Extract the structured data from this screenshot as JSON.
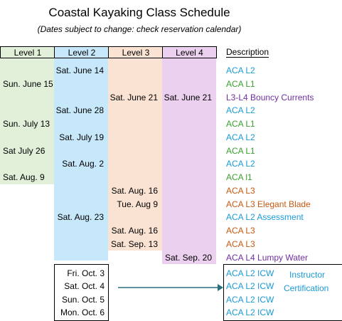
{
  "title": "Coastal Kayaking Class Schedule",
  "subtitle": "(Dates subject to change: check reservation calendar)",
  "headers": {
    "level1": "Level 1",
    "level2": "Level 2",
    "level3": "Level 3",
    "level4": "Level 4",
    "description": "Description"
  },
  "colors": {
    "level1_bg": "#e2efd9",
    "level2_bg": "#c7e8fa",
    "level3_bg": "#fbe3d4",
    "level4_bg": "#ecd0ef",
    "blue": "#1a9ad6",
    "green": "#3aa030",
    "orange": "#c55a11",
    "purple": "#7030a0"
  },
  "rows": [
    {
      "level1": "",
      "level2": "Sat. June 14",
      "level3": "",
      "level4": "",
      "description": "ACA L2",
      "color": "blue"
    },
    {
      "level1": "Sun. June 15",
      "level2": "",
      "level3": "",
      "level4": "",
      "description": "ACA L1",
      "color": "green"
    },
    {
      "level1": "",
      "level2": "",
      "level3": "Sat. June 21",
      "level4": "Sat. June 21",
      "description": "L3-L4  Bouncy Currents",
      "color": "purple"
    },
    {
      "level1": "",
      "level2": "Sat. June 28",
      "level3": "",
      "level4": "",
      "description": "ACA L2",
      "color": "blue"
    },
    {
      "level1": "Sun. July 13",
      "level2": "",
      "level3": "",
      "level4": "",
      "description": "ACA L1",
      "color": "green"
    },
    {
      "level1": "",
      "level2": "Sat. July 19",
      "level3": "",
      "level4": "",
      "description": "ACA L2",
      "color": "blue"
    },
    {
      "level1": "Sat July 26",
      "level2": "",
      "level3": "",
      "level4": "",
      "description": "ACA L1",
      "color": "green"
    },
    {
      "level1": "",
      "level2": "Sat. Aug. 2",
      "level3": "",
      "level4": "",
      "description": "ACA L2",
      "color": "blue"
    },
    {
      "level1": "Sat. Aug. 9",
      "level2": "",
      "level3": "",
      "level4": "",
      "description": "ACA l1",
      "color": "green"
    },
    {
      "level1": "",
      "level2": "",
      "level3": "Sat. Aug. 16",
      "level4": "",
      "description": "ACA L3",
      "color": "orange"
    },
    {
      "level1": "",
      "level2": "",
      "level3": "Tue. Aug 9",
      "level4": "",
      "description": "ACA L3 Elegant Blade",
      "color": "orange"
    },
    {
      "level1": "",
      "level2": "Sat. Aug. 23",
      "level3": "",
      "level4": "",
      "description": "ACA  L2 Assessment",
      "color": "blue"
    },
    {
      "level1": "",
      "level2": "",
      "level3": "Sat. Aug. 16",
      "level4": "",
      "description": "ACA L3",
      "color": "orange"
    },
    {
      "level1": "",
      "level2": "",
      "level3": "Sat. Sep. 13",
      "level4": "",
      "description": "ACA L3",
      "color": "orange"
    },
    {
      "level1": "",
      "level2": "",
      "level3": "",
      "level4": "Sat. Sep. 20",
      "description": "ACA  L4 Lumpy Water",
      "color": "purple"
    }
  ],
  "icw": {
    "dates": [
      "Fri. Oct. 3",
      "Sat. Oct. 4",
      "Sun. Oct. 5",
      "Mon. Oct. 6"
    ],
    "descriptions": [
      "ACA L2 ICW",
      "ACA L2 ICW",
      "ACA L2 ICW",
      "ACA L2 ICW"
    ],
    "note_line1": "Instructor",
    "note_line2": "Certification",
    "arrow_icon": "right-arrow-icon"
  }
}
